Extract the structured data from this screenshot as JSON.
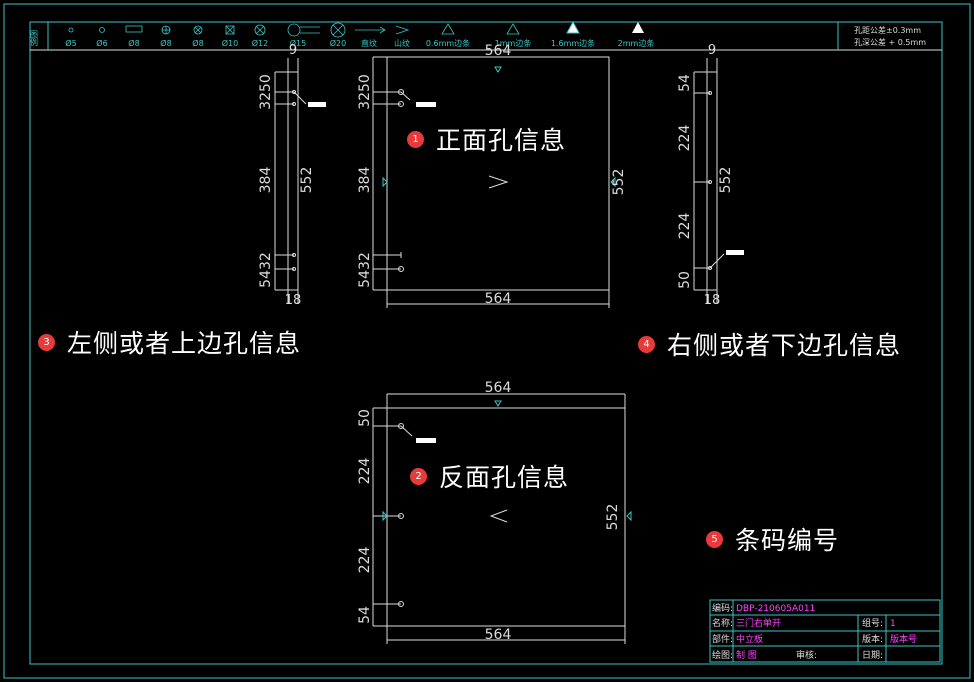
{
  "legend": {
    "header": "图例",
    "items": [
      "Ø5",
      "Ø6",
      "Ø8",
      "Ø8",
      "Ø8",
      "Ø10",
      "Ø12",
      "Ø15",
      "Ø20",
      "直纹",
      "山纹",
      "0.6mm边条",
      "1mm边条",
      "1.6mm边条",
      "2mm边条"
    ],
    "tol1": "孔距公差±0.3mm",
    "tol2": "孔深公差 + 0.5mm"
  },
  "labels": {
    "front": {
      "badge": "1",
      "text": "正面孔信息"
    },
    "back": {
      "badge": "2",
      "text": "反面孔信息"
    },
    "left": {
      "badge": "3",
      "text": "左侧或者上边孔信息"
    },
    "right": {
      "badge": "4",
      "text": "右侧或者下边孔信息"
    },
    "barcode": {
      "badge": "5",
      "text": "条码编号"
    }
  },
  "front": {
    "top": "564",
    "bottom": "564",
    "right": "552",
    "left_top": "3250",
    "left_mid": "384",
    "left_bot": "5432"
  },
  "back": {
    "top": "564",
    "bottom": "564",
    "right": "552",
    "l1": "50",
    "l2": "224",
    "l3": "224",
    "l4": "54"
  },
  "leftside": {
    "top": "9",
    "bottom": "18",
    "l1": "3250",
    "l2": "384",
    "l3": "5432",
    "mid": "552"
  },
  "rightside": {
    "top": "9",
    "bottom": "18",
    "l1": "54",
    "l2": "224",
    "l3": "224",
    "l4": "50",
    "mid": "552"
  },
  "titleblock": {
    "code_label": "编码:",
    "code": "DBP-210605A011",
    "name_label": "名称:",
    "name": "三门右单开",
    "group_label": "组号:",
    "group": "1",
    "part_label": "部件:",
    "part": "中立板",
    "ver_label": "版本:",
    "ver": "版本号",
    "draw_label": "绘图:",
    "draw": "制 图",
    "review_label": "审核:",
    "date_label": "日期:"
  },
  "colors": {
    "frame": "#3ac6c6",
    "line": "#dcdcdc",
    "accent": "#ff44ff",
    "badge": "#e83a3a"
  }
}
